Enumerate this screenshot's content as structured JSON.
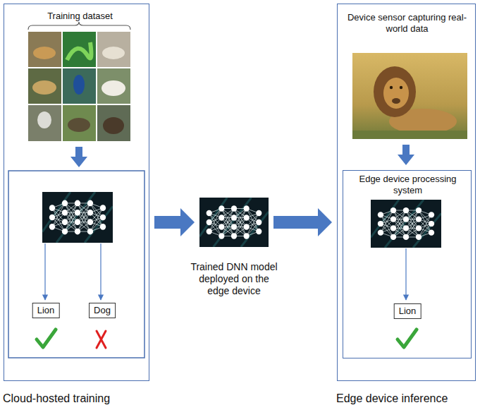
{
  "diagram": {
    "nodes": [
      {
        "text": [
          "Training dataset",
          "Cloud-hosted training"
        ]
      },
      {
        "text": [
          "Lion"
        ],
        "in": 0
      },
      {
        "text": [
          "Dog"
        ],
        "in": 0
      },
      {
        "text": [
          "Trained DNN model deployed on the edge device"
        ]
      },
      {
        "text": [
          "Device sensor capturing real-world data",
          "Edge device inference"
        ]
      },
      {
        "text": [
          "Edge device processing system"
        ],
        "in": 4
      },
      {
        "text": [
          "Lion"
        ],
        "in": 5
      }
    ],
    "edges": [
      {
        "from": 0,
        "to": 3,
        "arrow": "to"
      },
      {
        "from": 3,
        "to": 4,
        "arrow": "to"
      }
    ]
  }
}
